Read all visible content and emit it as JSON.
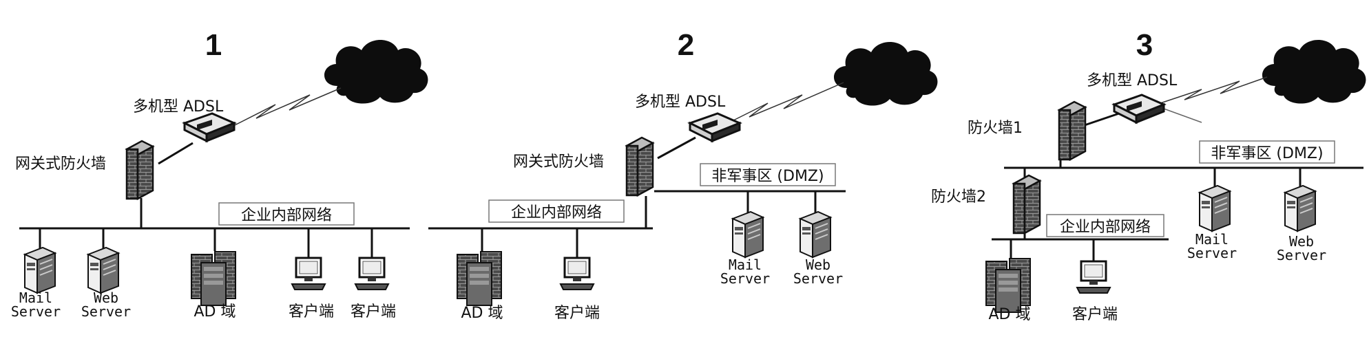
{
  "panels": [
    {
      "number": "1",
      "adsl_label": "多机型 ADSL",
      "firewall_label": "网关式防火墙",
      "lan_label": "企业内部网络",
      "servers": [
        {
          "line1": "Mail",
          "line2": "Server"
        },
        {
          "line1": "Web",
          "line2": "Server"
        }
      ],
      "ad_label": "AD 域",
      "client_labels": [
        "客户端",
        "客户端"
      ]
    },
    {
      "number": "2",
      "adsl_label": "多机型 ADSL",
      "firewall_label": "网关式防火墙",
      "dmz_label": "非军事区 (DMZ)",
      "lan_label": "企业内部网络",
      "ad_label": "AD 域",
      "client_label": "客户端",
      "servers": [
        {
          "line1": "Mail",
          "line2": "Server"
        },
        {
          "line1": "Web",
          "line2": "Server"
        }
      ]
    },
    {
      "number": "3",
      "adsl_label": "多机型 ADSL",
      "firewall1_label": "防火墙1",
      "firewall2_label": "防火墙2",
      "dmz_label": "非军事区 (DMZ)",
      "lan_label": "企业内部网络",
      "ad_label": "AD 域",
      "client_label": "客户端",
      "servers": [
        {
          "line1": "Mail",
          "line2": "Server"
        },
        {
          "line1": "Web",
          "line2": "Server"
        }
      ]
    }
  ]
}
